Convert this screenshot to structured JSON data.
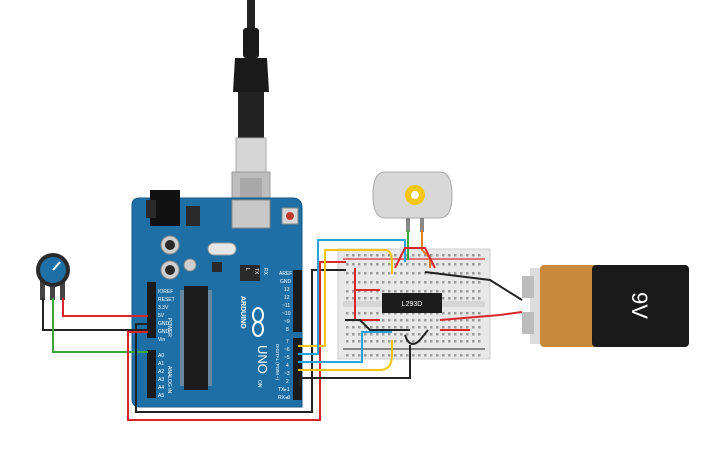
{
  "components": {
    "arduino": {
      "name": "UNO",
      "brand": "ARDUINO",
      "power_header": [
        "IOREF",
        "RESET",
        "3.3V",
        "5V",
        "GND",
        "GND",
        "Vin"
      ],
      "analog_header": [
        "A0",
        "A1",
        "A2",
        "A3",
        "A4",
        "A5"
      ],
      "digital_header_top": [
        "AREF",
        "GND",
        "13",
        "12",
        "~11",
        "~10",
        "~9",
        "8"
      ],
      "digital_header_bottom": [
        "7",
        "~6",
        "~5",
        "4",
        "~3",
        "2",
        "TX▸1",
        "RX◂0"
      ],
      "power_section_label": "POWER",
      "analog_section_label": "ANALOG IN",
      "digital_section_label": "DIGITAL (PWM ~)",
      "led_labels": [
        "L",
        "TX",
        "RX",
        "ON"
      ],
      "color": "#1d6fa5"
    },
    "driver_ic": {
      "label": "L293D"
    },
    "battery": {
      "label": "9V",
      "color_top": "#1a1a1a",
      "color_bottom": "#c98a3c"
    },
    "motor": {
      "type": "DC motor"
    },
    "potentiometer": {
      "type": "potentiometer"
    },
    "usb": {
      "type": "USB cable"
    }
  },
  "wire_colors": {
    "red": "#d9262b",
    "black": "#222222",
    "green": "#3aa83c",
    "yellow": "#f3c614",
    "blue": "#26a3da",
    "orange": "#e67d22"
  }
}
